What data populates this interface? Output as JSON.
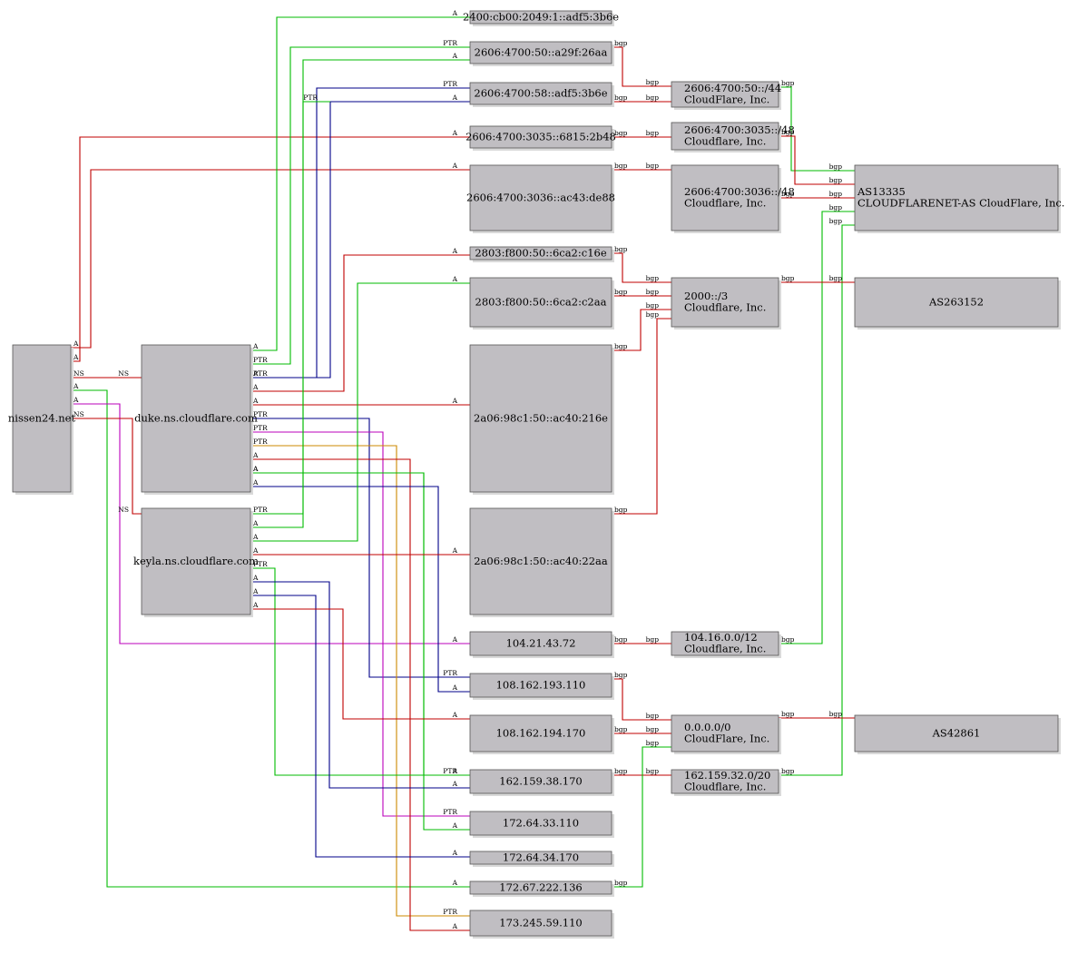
{
  "colors": {
    "node_fill": "#c0bec2",
    "node_shadow": "#d9d9d9",
    "node_stroke": "#555555",
    "red": "#c00000",
    "green": "#00bb00",
    "blue": "#000088",
    "magenta": "#bb00bb",
    "orange": "#cc8800"
  },
  "nodes": [
    {
      "id": "nissen",
      "lines": [
        "nissen24.net"
      ]
    },
    {
      "id": "duke",
      "lines": [
        "duke.ns.cloudflare.com"
      ]
    },
    {
      "id": "keyla",
      "lines": [
        "keyla.ns.cloudflare.com"
      ]
    },
    {
      "id": "ip2400",
      "lines": [
        "2400:cb00:2049:1::adf5:3b6e"
      ]
    },
    {
      "id": "ip2606a29f",
      "lines": [
        "2606:4700:50::a29f:26aa"
      ]
    },
    {
      "id": "ip2606adf5",
      "lines": [
        "2606:4700:58::adf5:3b6e"
      ]
    },
    {
      "id": "ip26066815",
      "lines": [
        "2606:4700:3035::6815:2b48"
      ]
    },
    {
      "id": "ip2606ac43",
      "lines": [
        "2606:4700:3036::ac43:de88"
      ]
    },
    {
      "id": "ip2803c16e",
      "lines": [
        "2803:f800:50::6ca2:c16e"
      ]
    },
    {
      "id": "ip2803c2aa",
      "lines": [
        "2803:f800:50::6ca2:c2aa"
      ]
    },
    {
      "id": "ip2a06216e",
      "lines": [
        "2a06:98c1:50::ac40:216e"
      ]
    },
    {
      "id": "ip2a0622aa",
      "lines": [
        "2a06:98c1:50::ac40:22aa"
      ]
    },
    {
      "id": "ip10421",
      "lines": [
        "104.21.43.72"
      ]
    },
    {
      "id": "ip108193",
      "lines": [
        "108.162.193.110"
      ]
    },
    {
      "id": "ip108194",
      "lines": [
        "108.162.194.170"
      ]
    },
    {
      "id": "ip162",
      "lines": [
        "162.159.38.170"
      ]
    },
    {
      "id": "ip17233",
      "lines": [
        "172.64.33.110"
      ]
    },
    {
      "id": "ip17234",
      "lines": [
        "172.64.34.170"
      ]
    },
    {
      "id": "ip17267",
      "lines": [
        "172.67.222.136"
      ]
    },
    {
      "id": "ip173",
      "lines": [
        "173.245.59.110"
      ]
    },
    {
      "id": "pfx2606_44",
      "lines": [
        "2606:4700:50::/44",
        "CloudFlare, Inc."
      ]
    },
    {
      "id": "pfx3035",
      "lines": [
        "2606:4700:3035::/48",
        "Cloudflare, Inc."
      ]
    },
    {
      "id": "pfx3036",
      "lines": [
        "2606:4700:3036::/48",
        "Cloudflare, Inc."
      ]
    },
    {
      "id": "pfx2000",
      "lines": [
        "2000::/3",
        "Cloudflare, Inc."
      ]
    },
    {
      "id": "pfx104",
      "lines": [
        "104.16.0.0/12",
        "Cloudflare, Inc."
      ]
    },
    {
      "id": "pfx0",
      "lines": [
        "0.0.0.0/0",
        "CloudFlare, Inc."
      ]
    },
    {
      "id": "pfx162",
      "lines": [
        "162.159.32.0/20",
        "Cloudflare, Inc."
      ]
    },
    {
      "id": "as13335",
      "lines": [
        "AS13335",
        "CLOUDFLARENET-AS CloudFlare, Inc."
      ]
    },
    {
      "id": "as263152",
      "lines": [
        "AS263152"
      ]
    },
    {
      "id": "as42861",
      "lines": [
        "AS42861"
      ]
    }
  ],
  "edges": [
    {
      "from": "nissen",
      "to": "ip26066815",
      "label": "A",
      "color": "red"
    },
    {
      "from": "nissen",
      "to": "ip2606ac43",
      "label": "A",
      "color": "red"
    },
    {
      "from": "nissen",
      "to": "duke",
      "label": "NS",
      "color": "red"
    },
    {
      "from": "nissen",
      "to": "ip17267",
      "label": "A",
      "color": "green"
    },
    {
      "from": "nissen",
      "to": "ip10421",
      "label": "A",
      "color": "magenta"
    },
    {
      "from": "nissen",
      "to": "keyla",
      "label": "NS",
      "color": "red"
    },
    {
      "from": "duke",
      "to": "ip2400",
      "label": "A",
      "color": "green"
    },
    {
      "from": "duke",
      "to": "ip2606a29f",
      "label": "PTR",
      "color": "green"
    },
    {
      "from": "duke",
      "to": "ip2606adf5",
      "label": "PTR",
      "color": "blue"
    },
    {
      "from": "duke",
      "to": "ip2606adf5",
      "label": "A",
      "color": "blue"
    },
    {
      "from": "duke",
      "to": "ip2803c16e",
      "label": "A",
      "color": "red"
    },
    {
      "from": "duke",
      "to": "ip2a06216e",
      "label": "A",
      "color": "red"
    },
    {
      "from": "duke",
      "to": "ip108193",
      "label": "PTR",
      "color": "blue"
    },
    {
      "from": "duke",
      "to": "ip17233",
      "label": "PTR",
      "color": "magenta"
    },
    {
      "from": "duke",
      "to": "ip173",
      "label": "PTR",
      "color": "orange"
    },
    {
      "from": "duke",
      "to": "ip173",
      "label": "A",
      "color": "red"
    },
    {
      "from": "duke",
      "to": "ip17233",
      "label": "A",
      "color": "green"
    },
    {
      "from": "duke",
      "to": "ip162",
      "label": "A",
      "color": "green"
    },
    {
      "from": "duke",
      "to": "ip108193",
      "label": "A",
      "color": "blue"
    },
    {
      "from": "keyla",
      "to": "ip2606adf5",
      "label": "PTR",
      "color": "green"
    },
    {
      "from": "keyla",
      "to": "ip2606a29f",
      "label": "A",
      "color": "green"
    },
    {
      "from": "keyla",
      "to": "ip2803c2aa",
      "label": "A",
      "color": "green"
    },
    {
      "from": "keyla",
      "to": "ip2a0622aa",
      "label": "A",
      "color": "red"
    },
    {
      "from": "keyla",
      "to": "ip162",
      "label": "PTR",
      "color": "green"
    },
    {
      "from": "keyla",
      "to": "ip162",
      "label": "A",
      "color": "blue"
    },
    {
      "from": "keyla",
      "to": "ip17234",
      "label": "A",
      "color": "blue"
    },
    {
      "from": "keyla",
      "to": "ip108194",
      "label": "A",
      "color": "red"
    },
    {
      "from": "ip2606a29f",
      "to": "pfx2606_44",
      "label": "bgp",
      "color": "red"
    },
    {
      "from": "ip2606adf5",
      "to": "pfx2606_44",
      "label": "bgp",
      "color": "red"
    },
    {
      "from": "ip26066815",
      "to": "pfx3035",
      "label": "bgp",
      "color": "red"
    },
    {
      "from": "ip2606ac43",
      "to": "pfx3036",
      "label": "bgp",
      "color": "red"
    },
    {
      "from": "ip2803c16e",
      "to": "pfx2000",
      "label": "bgp",
      "color": "red"
    },
    {
      "from": "ip2803c2aa",
      "to": "pfx2000",
      "label": "bgp",
      "color": "red"
    },
    {
      "from": "ip2a06216e",
      "to": "pfx2000",
      "label": "bgp",
      "color": "red"
    },
    {
      "from": "ip2a0622aa",
      "to": "pfx2000",
      "label": "bgp",
      "color": "red"
    },
    {
      "from": "ip10421",
      "to": "pfx104",
      "label": "bgp",
      "color": "red"
    },
    {
      "from": "ip108193",
      "to": "pfx0",
      "label": "bgp",
      "color": "red"
    },
    {
      "from": "ip108194",
      "to": "pfx0",
      "label": "bgp",
      "color": "red"
    },
    {
      "from": "ip162",
      "to": "pfx162",
      "label": "bgp",
      "color": "red"
    },
    {
      "from": "ip17267",
      "to": "pfx0",
      "label": "bgp",
      "color": "green"
    },
    {
      "from": "pfx2606_44",
      "to": "as13335",
      "label": "bgp",
      "color": "green"
    },
    {
      "from": "pfx3035",
      "to": "as13335",
      "label": "bgp",
      "color": "red"
    },
    {
      "from": "pfx3036",
      "to": "as13335",
      "label": "bgp",
      "color": "red"
    },
    {
      "from": "pfx104",
      "to": "as13335",
      "label": "bgp",
      "color": "green"
    },
    {
      "from": "pfx162",
      "to": "as13335",
      "label": "bgp",
      "color": "green"
    },
    {
      "from": "pfx2000",
      "to": "as263152",
      "label": "bgp",
      "color": "red"
    },
    {
      "from": "pfx0",
      "to": "as42861",
      "label": "bgp",
      "color": "red"
    }
  ]
}
